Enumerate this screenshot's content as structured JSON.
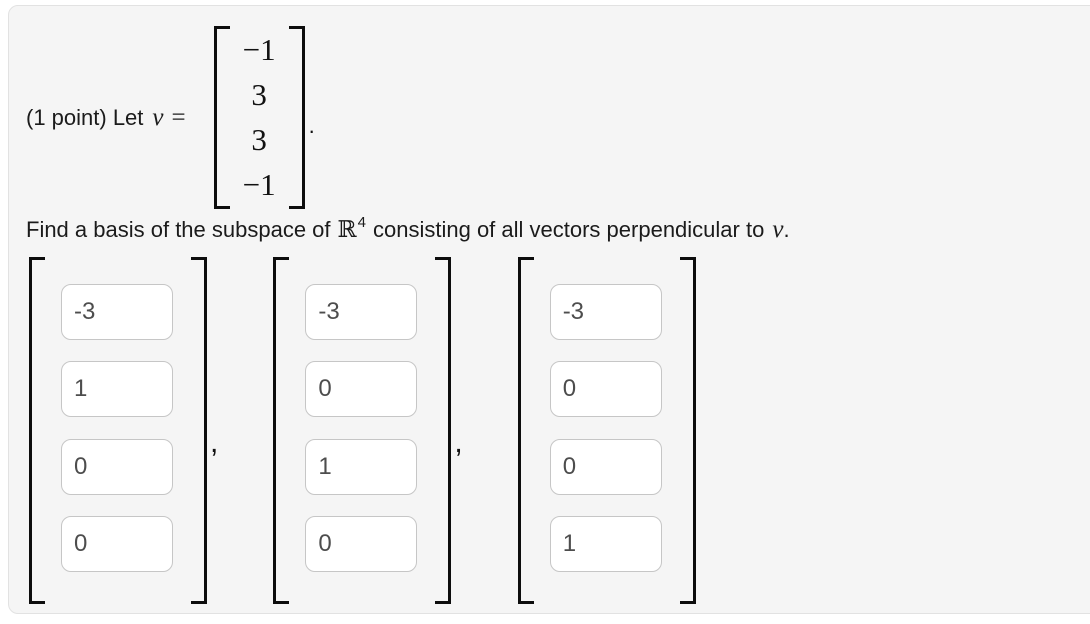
{
  "colors": {
    "panel_bg": "#f5f5f5",
    "panel_border": "#e2e2e2",
    "input_border": "#c6c6c6",
    "input_text": "#4d4d4d",
    "text": "#1b1b1b",
    "bracket": "#0d0d0d"
  },
  "intro": {
    "text": "(1 point) Let",
    "var": "v",
    "equals": "=",
    "matrix_entries": [
      "−1",
      "3",
      "3",
      "−1"
    ],
    "period": "."
  },
  "question": {
    "part1": "Find a basis of the subspace of",
    "set_symbol": "ℝ",
    "exponent": "4",
    "part2": "consisting of all vectors perpendicular to",
    "var": "v",
    "period": "."
  },
  "answer": {
    "separator": ",",
    "vectors": [
      {
        "entries": [
          "-3",
          "1",
          "0",
          "0"
        ]
      },
      {
        "entries": [
          "-3",
          "0",
          "1",
          "0"
        ]
      },
      {
        "entries": [
          "-3",
          "0",
          "0",
          "1"
        ]
      }
    ]
  }
}
